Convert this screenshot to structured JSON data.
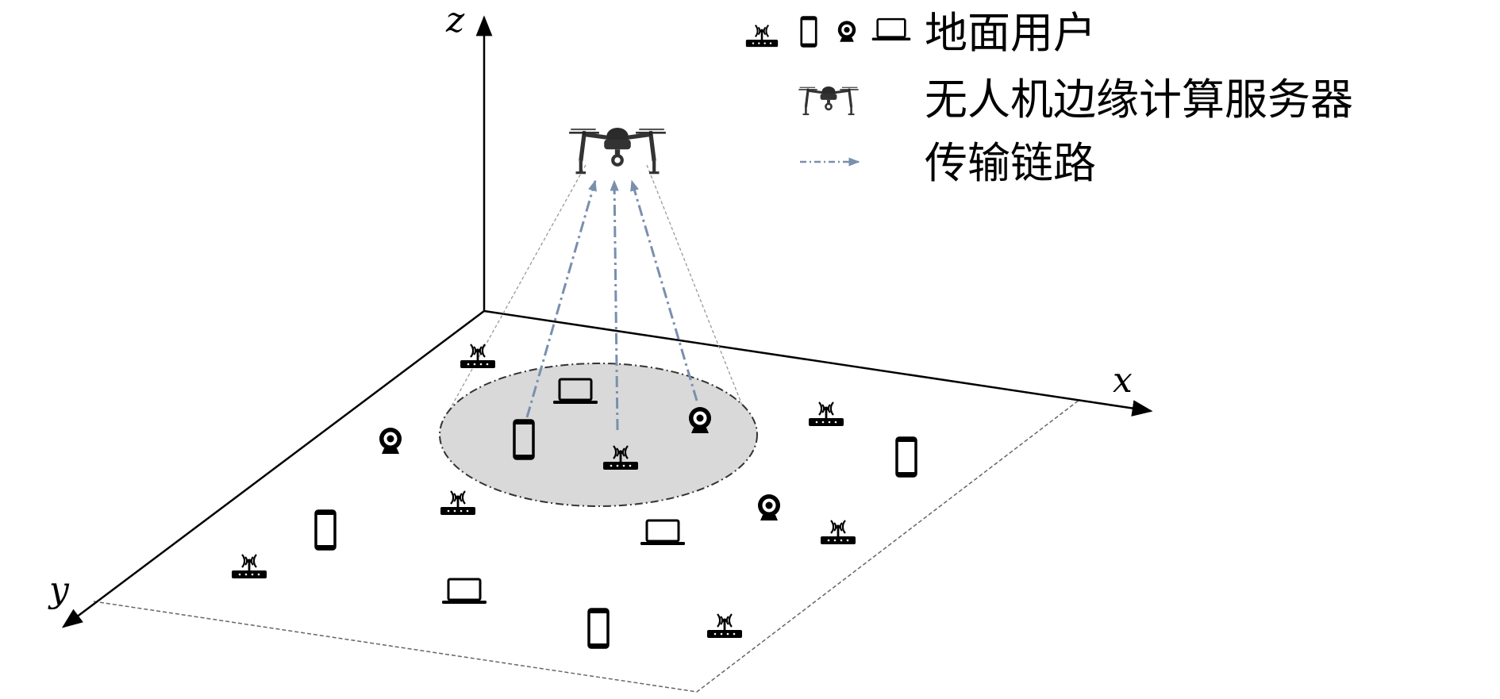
{
  "axes": {
    "x_label": "x",
    "y_label": "y",
    "z_label": "z"
  },
  "legend": {
    "ground_users": "地面用户",
    "uav_server": "无人机边缘计算服务器",
    "transmission_link": "传输链路"
  },
  "colors": {
    "link": "#7a8fae",
    "coverage_fill": "#d9d9d9",
    "ink": "#000000"
  },
  "icons": [
    "router-icon",
    "phone-icon",
    "webcam-icon",
    "laptop-icon",
    "drone-icon"
  ]
}
